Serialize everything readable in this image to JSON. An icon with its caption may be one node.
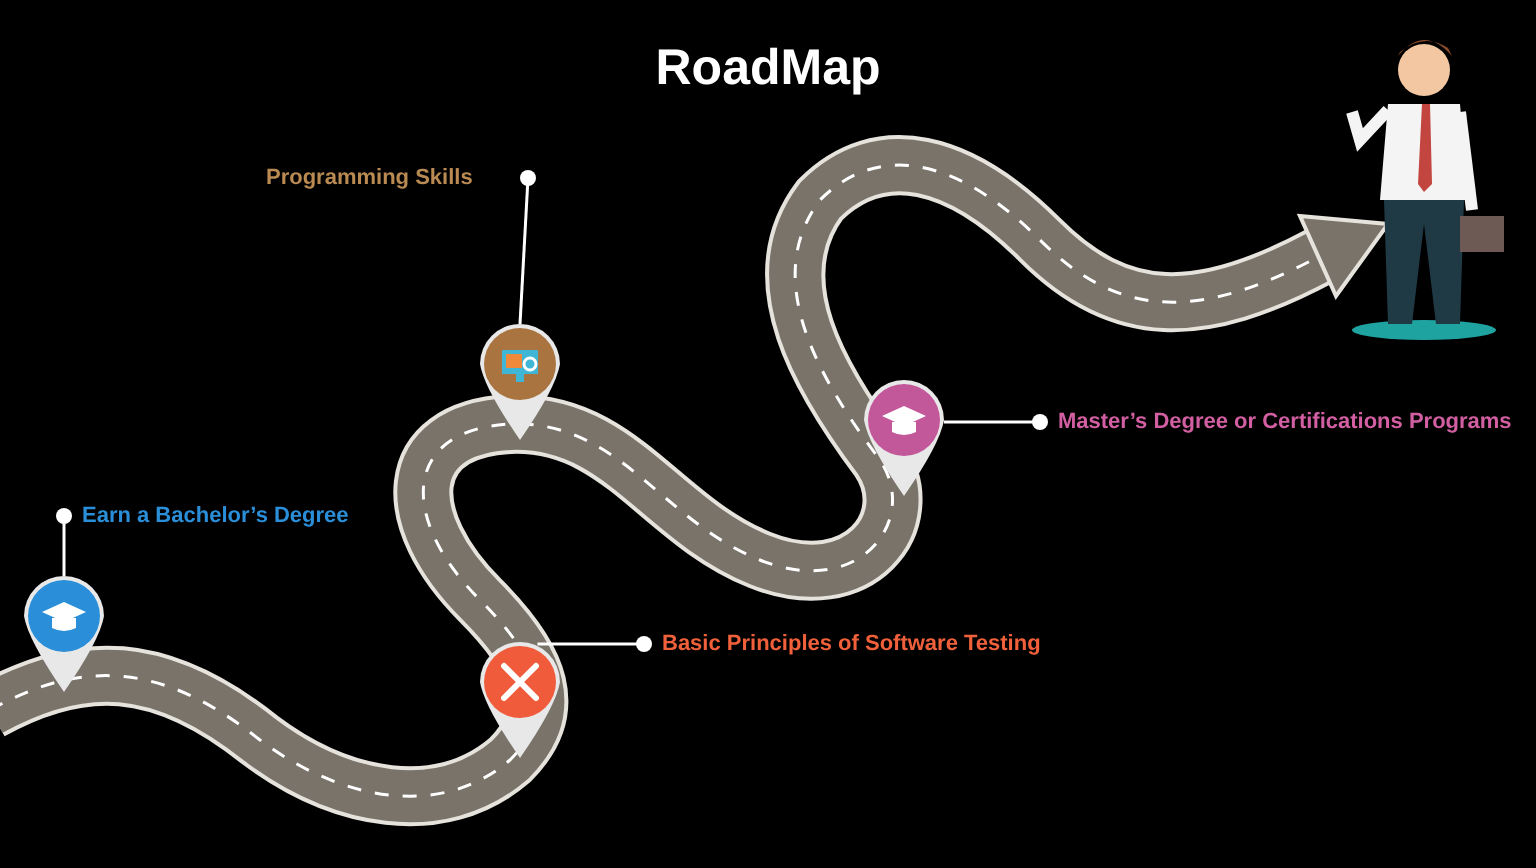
{
  "diagram": {
    "title": "RoadMap",
    "nodes": [
      {
        "text": [
          "Programming Skills"
        ]
      },
      {
        "text": [],
        "shape": "pin"
      },
      {
        "text": [
          "Master’s Degree or Certifications Programs"
        ]
      },
      {
        "text": [],
        "shape": "pin"
      },
      {
        "text": [
          "Earn a Bachelor’s Degree"
        ]
      },
      {
        "text": [],
        "shape": "pin"
      },
      {
        "text": [
          "Basic Principles of Software Testing"
        ]
      },
      {
        "text": [],
        "shape": "pin"
      }
    ],
    "edges": [
      {
        "from": 0,
        "to": 1,
        "arrow": "other"
      },
      {
        "from": 2,
        "to": 3,
        "arrow": "other"
      },
      {
        "from": 4,
        "to": 5,
        "arrow": "other"
      },
      {
        "from": 6,
        "to": 7,
        "arrow": "other"
      }
    ]
  }
}
